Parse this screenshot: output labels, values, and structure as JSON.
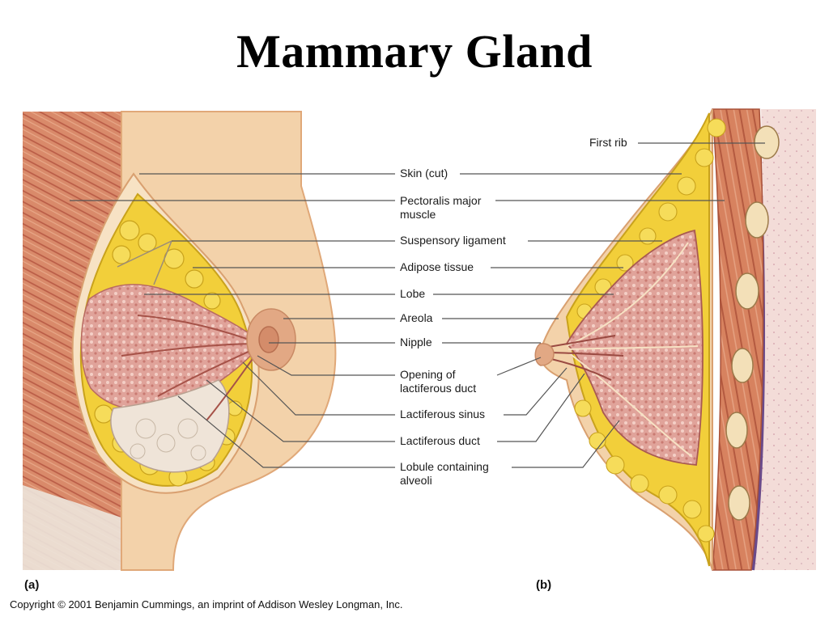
{
  "title": "Mammary Gland",
  "labels": {
    "first_rib": "First rib",
    "skin_cut": "Skin (cut)",
    "pectoralis": "Pectoralis major\nmuscle",
    "suspensory": "Suspensory ligament",
    "adipose": "Adipose tissue",
    "lobe": "Lobe",
    "areola": "Areola",
    "nipple": "Nipple",
    "opening": "Opening of\nlactiferous duct",
    "sinus": "Lactiferous sinus",
    "duct": "Lactiferous duct",
    "lobule": "Lobule containing\nalveoli"
  },
  "panels": {
    "a": "(a)",
    "b": "(b)"
  },
  "copyright": "Copyright © 2001 Benjamin Cummings, an imprint of Addison Wesley Longman, Inc.",
  "colors": {
    "skin": "#f3d2aa",
    "skin_edge": "#e0a878",
    "muscle": "#d98a6a",
    "muscle_dark": "#b85a44",
    "fat": "#f2cf3a",
    "fat_edge": "#c9a21c",
    "gland": "#dc9a92",
    "gland_light": "#f1c4bc",
    "rib": "#f3e0b8",
    "chest_wall": "#f1d9d6",
    "leader": "#444444"
  }
}
